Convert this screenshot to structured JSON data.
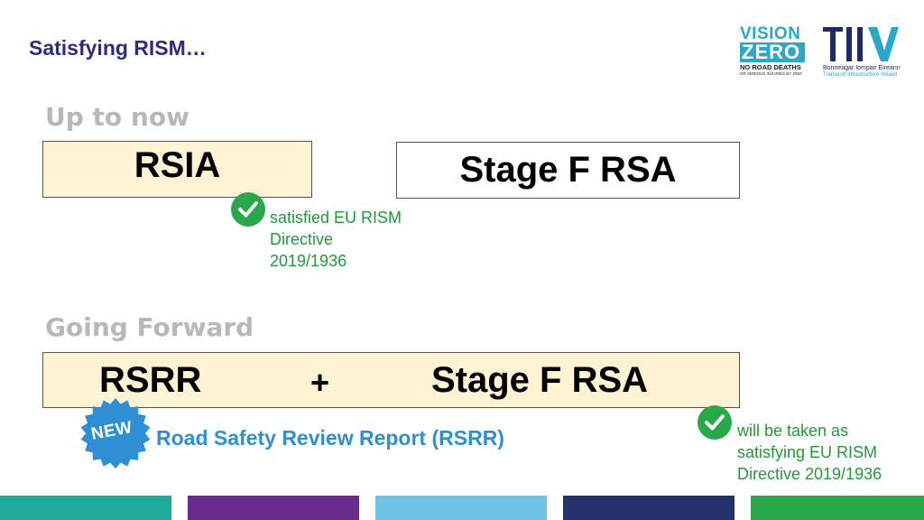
{
  "slide": {
    "title": "Satisfying RISM…"
  },
  "logos": {
    "vision_zero": {
      "line1": "VISION",
      "line2": "ZERO",
      "tagline": "NO ROAD DEATHS",
      "subtagline": "OR SERIOUS INJURIES BY 2050",
      "color": "#2aa7c9"
    },
    "tii": {
      "mark": "TII",
      "irish_name": "Bonneagar Iompair Éireann",
      "english_name": "Transport Infrastructure Ireland",
      "color": "#1d2a6b"
    }
  },
  "up_to_now": {
    "label": "Up to now",
    "box_left": "RSIA",
    "box_right": "Stage F RSA",
    "note": "satisfied EU RISM Directive 2019/1936"
  },
  "going_forward": {
    "label": "Going Forward",
    "left": "RSRR",
    "operator": "+",
    "right": "Stage F RSA",
    "badge": "NEW",
    "description": "Road Safety Review Report (RSRR)",
    "note": "will be taken as satisfying EU RISM Directive 2019/1936"
  },
  "icons": {
    "check": "check-circle-icon",
    "badge": "new-starburst-icon"
  },
  "colors": {
    "title": "#2b2e7e",
    "section_label": "#b8b8b8",
    "box_fill": "#fff3d4",
    "check_green": "#29a84a",
    "note_green": "#1f9b3a",
    "badge_blue": "#2f8fd4",
    "footer": [
      "#1faa9a",
      "#6a2c8c",
      "#6ec3e4",
      "#22306c",
      "#29a84a"
    ]
  }
}
